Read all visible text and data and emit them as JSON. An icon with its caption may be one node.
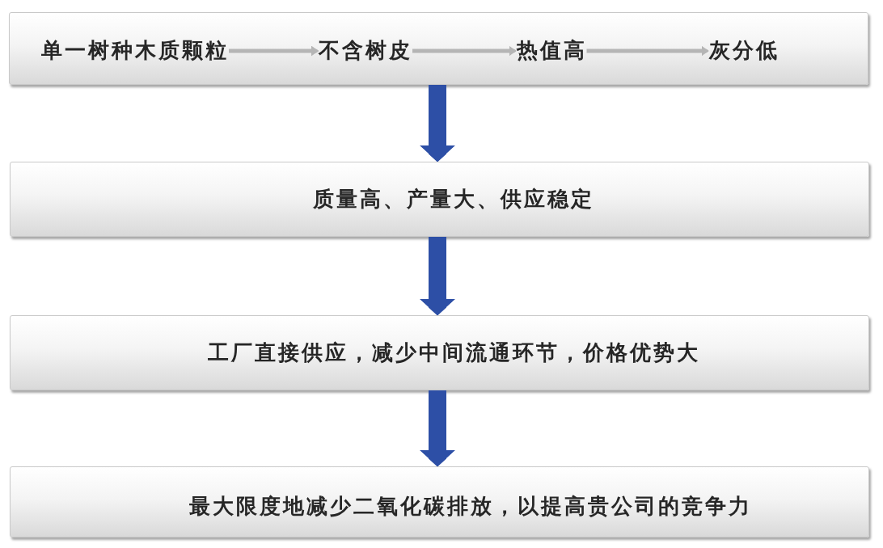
{
  "diagram": {
    "nodes": [
      {
        "text": [],
        "shape": "box"
      },
      {
        "text": [
          "单一树种木质颗粒"
        ],
        "in": 0
      },
      {
        "text": [
          "不含树皮"
        ],
        "in": 0
      },
      {
        "text": [
          "热值高"
        ],
        "in": 0
      },
      {
        "text": [
          "灰分低"
        ],
        "in": 0
      },
      {
        "text": [
          "质量高、产量大、供应稳定"
        ]
      },
      {
        "text": [
          "工厂直接供应，减少中间流通环节，价格优势大"
        ]
      },
      {
        "text": [
          "最大限度地减少二氧化碳排放，以提高贵公司的竞争力"
        ]
      }
    ],
    "edges": [
      {
        "from": 1,
        "to": 2,
        "arrow": "to",
        "color": "#b5b5b5"
      },
      {
        "from": 2,
        "to": 3,
        "arrow": "to",
        "color": "#b5b5b5"
      },
      {
        "from": 3,
        "to": 4,
        "arrow": "to",
        "color": "#b5b5b5"
      },
      {
        "from": 0,
        "to": 5,
        "arrow": "to",
        "style": "thick",
        "color": "#2d4fa6"
      },
      {
        "from": 5,
        "to": 6,
        "arrow": "to",
        "style": "thick",
        "color": "#2d4fa6"
      },
      {
        "from": 6,
        "to": 7,
        "arrow": "to",
        "style": "thick",
        "color": "#2d4fa6"
      }
    ]
  }
}
